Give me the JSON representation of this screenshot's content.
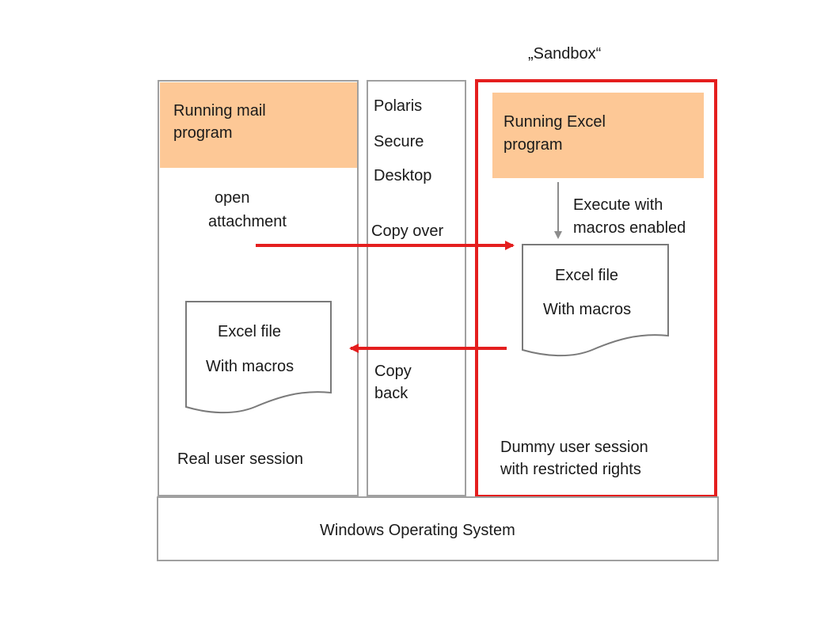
{
  "colors": {
    "orange_box": "#fdc896",
    "red": "#e41e1e",
    "gray_border": "#a0a0a0",
    "gray_arrow": "#8c8c8c"
  },
  "sandbox_label": "„Sandbox“",
  "real_session": {
    "program": [
      "Running mail",
      "program"
    ],
    "open_attachment": [
      "open",
      "attachment"
    ],
    "file": [
      "Excel file",
      "With macros"
    ],
    "label": "Real user session"
  },
  "secure_desktop": {
    "title": [
      "Polaris",
      "Secure",
      "Desktop"
    ],
    "copy_over": "Copy over",
    "copy_back": [
      "Copy",
      "back"
    ]
  },
  "sandbox_session": {
    "program": [
      "Running Excel",
      "program"
    ],
    "execute": [
      "Execute with",
      "macros enabled"
    ],
    "file": [
      "Excel file",
      "With macros"
    ],
    "label": [
      "Dummy user session",
      "with restricted rights"
    ]
  },
  "os_label": "Windows Operating System"
}
